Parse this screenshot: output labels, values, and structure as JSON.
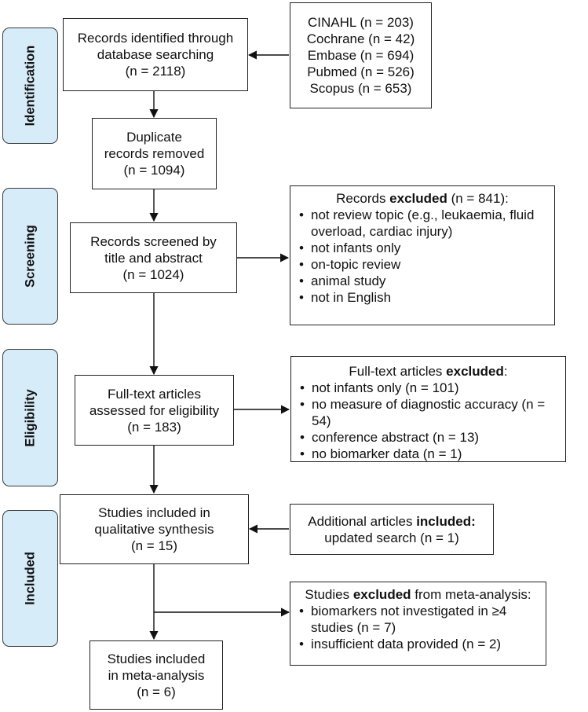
{
  "sidebar": {
    "identification": "Identification",
    "screening": "Screening",
    "eligibility": "Eligibility",
    "included": "Included"
  },
  "databases": {
    "items": [
      "CINAHL (n = 203)",
      "Cochrane (n = 42)",
      "Embase (n = 694)",
      "Pubmed (n = 526)",
      "Scopus (n = 653)"
    ]
  },
  "identified": {
    "line1": "Records identified through",
    "line2": "database searching",
    "line3": "(n = 2118)"
  },
  "duplicates": {
    "line1": "Duplicate",
    "line2": "records removed",
    "line3": "(n = 1094)"
  },
  "screened": {
    "line1": "Records screened by",
    "line2": "title and abstract",
    "line3": "(n = 1024)"
  },
  "excluded_records": {
    "heading_pre": "Records ",
    "heading_bold": "excluded",
    "heading_post": " (n = 841):",
    "items": [
      "not review topic (e.g., leukaemia, fluid overload, cardiac injury)",
      "not infants only",
      "on-topic review",
      "animal study",
      "not in English"
    ]
  },
  "fulltext": {
    "line1": "Full-text articles",
    "line2": "assessed for eligibility",
    "line3": "(n = 183)"
  },
  "excluded_fulltext": {
    "heading_pre": "Full-text articles ",
    "heading_bold": "excluded",
    "heading_post": ":",
    "items": [
      "not infants only (n = 101)",
      "no measure of diagnostic accuracy (n = 54)",
      "conference abstract (n = 13)",
      "no biomarker data (n = 1)"
    ]
  },
  "qualitative": {
    "line1": "Studies included in",
    "line2": "qualitative synthesis",
    "line3": "(n = 15)"
  },
  "additional": {
    "heading_pre": "Additional articles ",
    "heading_bold": "included:",
    "line2": "updated search (n = 1)"
  },
  "excluded_meta": {
    "heading_pre": "Studies ",
    "heading_bold": "excluded",
    "heading_post": " from meta-analysis:",
    "items": [
      "biomarkers not investigated in ≥4 studies (n = 7)",
      "insufficient data provided (n = 2)"
    ]
  },
  "meta": {
    "line1": "Studies included",
    "line2": "in meta-analysis",
    "line3": "(n = 6)"
  }
}
